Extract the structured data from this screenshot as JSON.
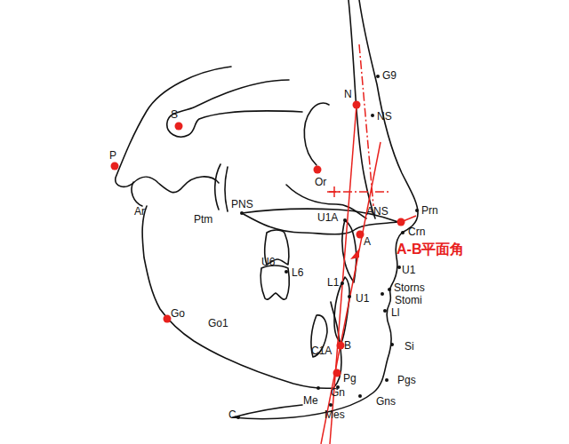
{
  "diagram": {
    "labels": [
      "G9",
      "N",
      "NS",
      "S",
      "P",
      "Or",
      "Ar",
      "Ptm",
      "PNS",
      "U1A",
      "ANS",
      "Prn",
      "Crn",
      "A",
      "A-B平面角",
      "U6",
      "L6",
      "U1",
      "L1",
      "Storns",
      "U1",
      "Stomi",
      "Ll",
      "Go",
      "Go1",
      "Si",
      "C1A",
      "B",
      "Pg",
      "Pgs",
      "Gn",
      "Me",
      "Gns",
      "Mes",
      "C"
    ]
  }
}
